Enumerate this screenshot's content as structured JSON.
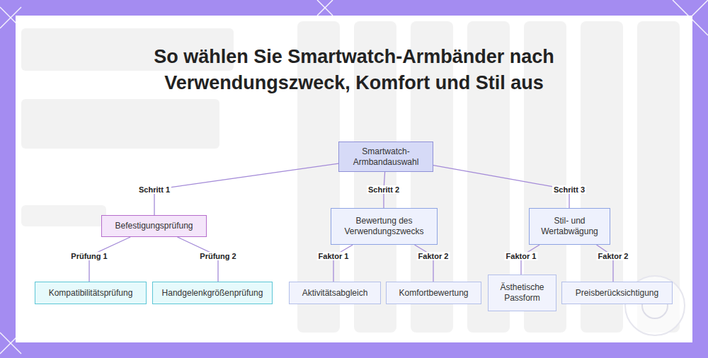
{
  "diagram": {
    "title": "So wählen Sie Smartwatch-Armbänder nach Verwendungszweck, Komfort und Stil aus",
    "nodes": [
      {
        "text": [
          "Smartwatch-Armbandauswahl"
        ]
      },
      {
        "text": [
          "Befestigungsprüfung"
        ]
      },
      {
        "text": [
          "Bewertung des Verwendungszwecks"
        ]
      },
      {
        "text": [
          "Stil- und Wertabwägung"
        ]
      },
      {
        "text": [
          "Kompatibilitätsprüfung"
        ]
      },
      {
        "text": [
          "Handgelenkgrößenprüfung"
        ]
      },
      {
        "text": [
          "Aktivitätsabgleich"
        ]
      },
      {
        "text": [
          "Komfortbewertung"
        ]
      },
      {
        "text": [
          "Ästhetische Passform"
        ]
      },
      {
        "text": [
          "Preisberücksichtigung"
        ]
      }
    ],
    "edges": [
      {
        "from": 0,
        "to": 1,
        "arrow": "none",
        "label": "Schritt 1"
      },
      {
        "from": 0,
        "to": 2,
        "arrow": "none",
        "label": "Schritt 2"
      },
      {
        "from": 0,
        "to": 3,
        "arrow": "none",
        "label": "Schritt 3"
      },
      {
        "from": 1,
        "to": 4,
        "arrow": "none",
        "label": "Prüfung 1"
      },
      {
        "from": 1,
        "to": 5,
        "arrow": "none",
        "label": "Prüfung 2"
      },
      {
        "from": 2,
        "to": 6,
        "arrow": "none",
        "label": "Faktor 1"
      },
      {
        "from": 2,
        "to": 7,
        "arrow": "none",
        "label": "Faktor 2"
      },
      {
        "from": 3,
        "to": 8,
        "arrow": "none",
        "label": "Faktor 1"
      },
      {
        "from": 3,
        "to": 9,
        "arrow": "none",
        "label": "Faktor 2"
      }
    ]
  }
}
